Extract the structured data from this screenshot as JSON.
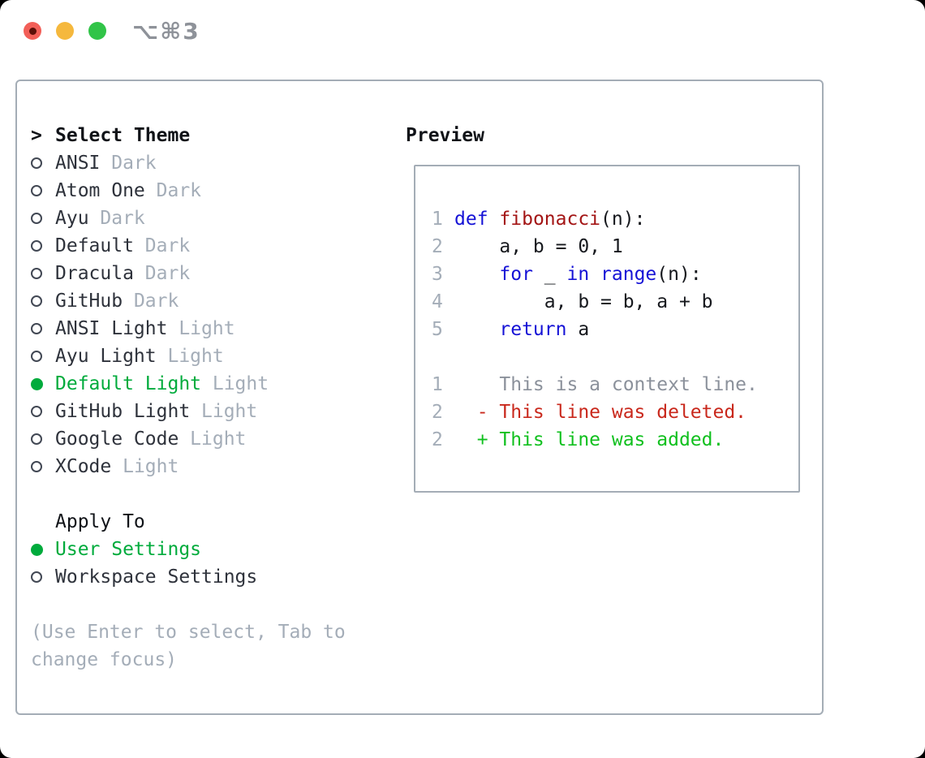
{
  "window": {
    "title": "⌥⌘3"
  },
  "titlebar_icons": [
    {
      "name": "close-button"
    },
    {
      "name": "minimize-button"
    },
    {
      "name": "zoom-button"
    }
  ],
  "theme_selector": {
    "prompt": ">",
    "title": "Select Theme",
    "items": [
      {
        "name": "ANSI",
        "variant": "Dark",
        "selected": false
      },
      {
        "name": "Atom One",
        "variant": "Dark",
        "selected": false
      },
      {
        "name": "Ayu",
        "variant": "Dark",
        "selected": false
      },
      {
        "name": "Default",
        "variant": "Dark",
        "selected": false
      },
      {
        "name": "Dracula",
        "variant": "Dark",
        "selected": false
      },
      {
        "name": "GitHub",
        "variant": "Dark",
        "selected": false
      },
      {
        "name": "ANSI Light",
        "variant": "Light",
        "selected": false
      },
      {
        "name": "Ayu Light",
        "variant": "Light",
        "selected": false
      },
      {
        "name": "Default Light",
        "variant": "Light",
        "selected": true
      },
      {
        "name": "GitHub Light",
        "variant": "Light",
        "selected": false
      },
      {
        "name": "Google Code",
        "variant": "Light",
        "selected": false
      },
      {
        "name": "XCode",
        "variant": "Light",
        "selected": false
      }
    ]
  },
  "apply_to": {
    "title": "Apply To",
    "options": [
      {
        "label": "User Settings",
        "selected": true
      },
      {
        "label": "Workspace Settings",
        "selected": false
      }
    ]
  },
  "hint": "(Use Enter to select, Tab to change focus)",
  "preview": {
    "title": "Preview",
    "lines": [
      {
        "num": "1",
        "tokens": [
          {
            "t": "def",
            "c": "keyword"
          },
          {
            "t": " ",
            "c": "plain"
          },
          {
            "t": "fibonacci",
            "c": "function"
          },
          {
            "t": "(n):",
            "c": "plain"
          }
        ]
      },
      {
        "num": "2",
        "tokens": [
          {
            "t": "    a, b = 0, 1",
            "c": "plain"
          }
        ]
      },
      {
        "num": "3",
        "tokens": [
          {
            "t": "    ",
            "c": "plain"
          },
          {
            "t": "for",
            "c": "keyword"
          },
          {
            "t": " _ ",
            "c": "plain"
          },
          {
            "t": "in",
            "c": "keyword"
          },
          {
            "t": " ",
            "c": "plain"
          },
          {
            "t": "range",
            "c": "keyword"
          },
          {
            "t": "(n):",
            "c": "plain"
          }
        ]
      },
      {
        "num": "4",
        "tokens": [
          {
            "t": "        a, b = b, a + b",
            "c": "plain"
          }
        ]
      },
      {
        "num": "5",
        "tokens": [
          {
            "t": "    ",
            "c": "plain"
          },
          {
            "t": "return",
            "c": "keyword"
          },
          {
            "t": " a",
            "c": "plain"
          }
        ]
      },
      {
        "num": "",
        "tokens": []
      },
      {
        "num": "1",
        "tokens": [
          {
            "t": "    This is a context line.",
            "c": "context"
          }
        ]
      },
      {
        "num": "2",
        "tokens": [
          {
            "t": "  - This line was deleted.",
            "c": "deleted"
          }
        ]
      },
      {
        "num": "2",
        "tokens": [
          {
            "t": "  + This line was added.",
            "c": "added"
          }
        ]
      }
    ]
  },
  "colors": {
    "accent_green": "#00ab3c",
    "diff_added_green": "#10c01e",
    "diff_deleted_red": "#c9281c",
    "keyword_blue": "#1512d6",
    "function_red": "#a31515",
    "muted_gray": "#a4adb8",
    "context_gray": "#8b919b",
    "text_dark": "#2e323b",
    "heading_black": "#101318",
    "border_gray": "#a4adb6",
    "traffic_red": "#f25f58",
    "traffic_yellow": "#f5b83d",
    "traffic_green": "#31c448",
    "title_gray": "#8e9299"
  }
}
